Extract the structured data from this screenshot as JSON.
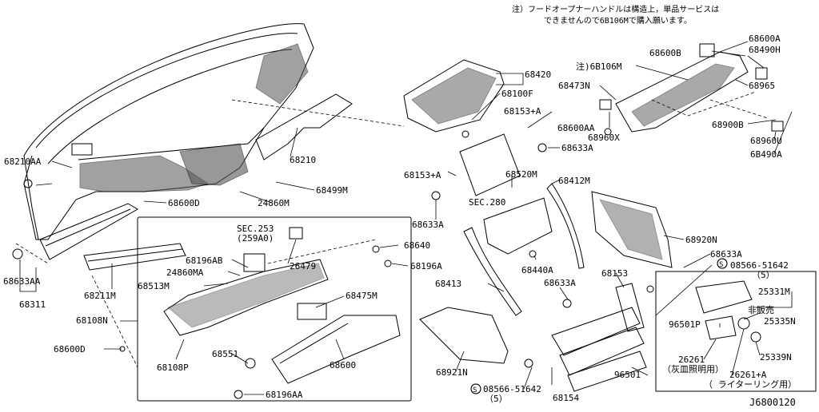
{
  "note": {
    "line1": "注）フードオープナーハンドルは構造上，単品サービスは",
    "line2": "できませんので6B106Mで購入願います。"
  },
  "figure_code": "J6800120",
  "labels": {
    "p68600A": "68600A",
    "p68600B": "68600B",
    "p68490H": "68490H",
    "p6B106M": "注)6B106M",
    "p68965": "68965",
    "p68420": "68420",
    "p68473N": "68473N",
    "p68100F": "68100F",
    "p68600AA": "68600AA",
    "p68960X": "68960X",
    "p68900B": "68900B",
    "p68960U": "68960U",
    "p6B490A": "6B490A",
    "p68153A_top": "68153+A",
    "p68633A_top": "68633A",
    "p68210AA": "68210AA",
    "p68210": "68210",
    "p68499M": "68499M",
    "p24860M": "24860M",
    "p68600D_a": "68600D",
    "p68153A_mid": "68153+A",
    "p68520M": "68520M",
    "sec280": "SEC.280",
    "p68633A_mid": "68633A",
    "p68412M": "68412M",
    "sec253": "SEC.253",
    "sec253b": "(259A0)",
    "p68640": "68640",
    "p68196AB": "68196AB",
    "p26479": "26479",
    "p68196A": "68196A",
    "p24860MA": "24860MA",
    "p68513M": "68513M",
    "p68633AA": "68633AA",
    "p68311": "68311",
    "p68211M": "68211M",
    "p68108N": "68108N",
    "p68600D_b": "68600D",
    "p68108P": "68108P",
    "p68551": "68551",
    "p68475M": "68475M",
    "p68600": "68600",
    "p68196AA": "68196AA",
    "p68413": "68413",
    "p68440A": "68440A",
    "p68920N": "68920N",
    "p68633A_r": "68633A",
    "p08566a": "08566-51642",
    "p08566a_q": "（5）",
    "p68153": "68153",
    "p68633A_low": "68633A",
    "p25331M": "25331M",
    "hihanbai": "非販売",
    "p25335N": "25335N",
    "p96501P": "96501P",
    "p25339N": "25339N",
    "p26261": "26261",
    "haizara": "（灰皿照明用）",
    "p26261A": "26261+A",
    "lighter": "（ ライターリング用）",
    "p96501": "96501",
    "p68921N": "68921N",
    "p08566b": "08566-51642",
    "p08566b_q": "（5）",
    "p68154": "68154"
  }
}
